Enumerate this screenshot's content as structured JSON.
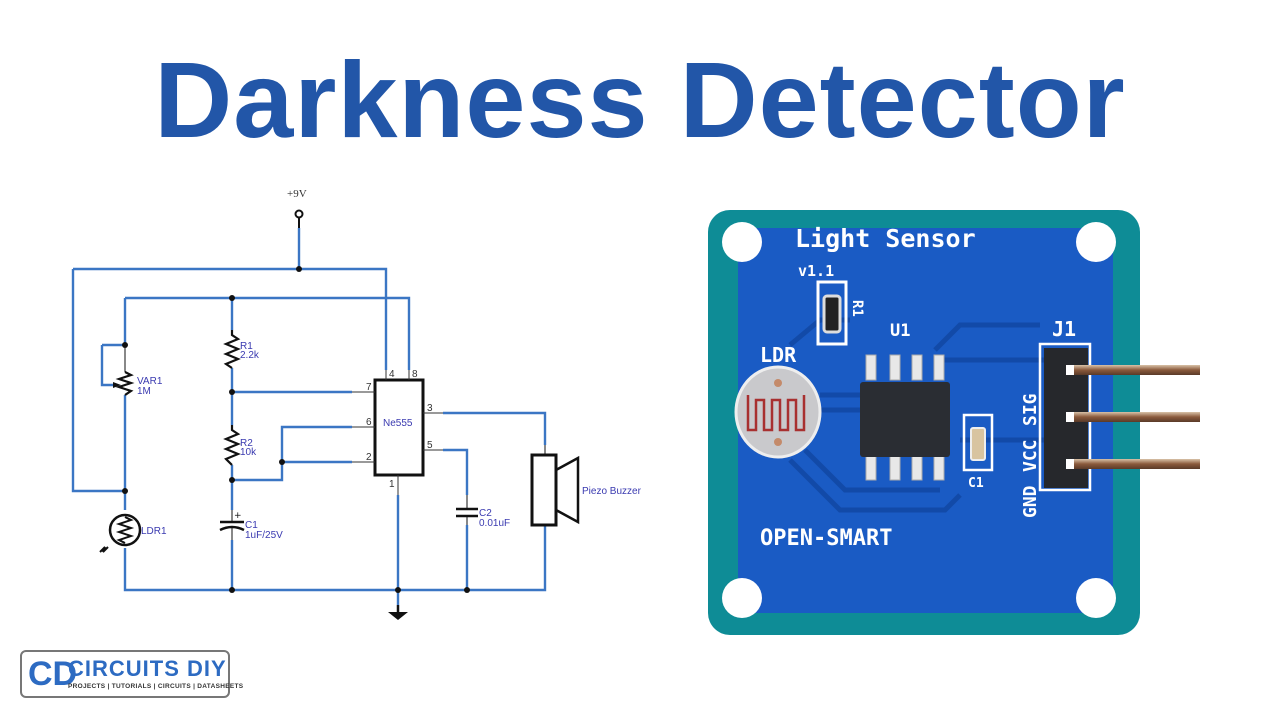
{
  "title": "Darkness Detector",
  "colors": {
    "title": "#2256a8",
    "wire": "#3b76c4",
    "label": "#3a3ab0",
    "pcb_blue": "#1a5bc4",
    "pcb_teal": "#0f8f9a"
  },
  "schematic": {
    "supply": "+9V",
    "ic": {
      "name": "Ne555",
      "pins": {
        "p4": "4",
        "p8": "8",
        "p7": "7",
        "p6": "6",
        "p2": "2",
        "p3": "3",
        "p5": "5",
        "p1": "1"
      }
    },
    "r1": {
      "ref": "R1",
      "value": "2.2k"
    },
    "r2": {
      "ref": "R2",
      "value": "10k"
    },
    "var1": {
      "ref": "VAR1",
      "value": "1M"
    },
    "c1": {
      "ref": "C1",
      "value": "1uF/25V"
    },
    "c2": {
      "ref": "C2",
      "value": "0.01uF"
    },
    "ldr": {
      "ref": "LDR1"
    },
    "buzzer": {
      "label": "Piezo Buzzer"
    },
    "ground_icon": "ground-icon"
  },
  "module": {
    "name": "Light Sensor",
    "version": "v1.1",
    "r1": "R1",
    "u1": "U1",
    "j1": "J1",
    "ldr": "LDR",
    "c1": "C1",
    "pins": [
      "GND",
      "VCC",
      "SIG"
    ],
    "brand": "OPEN-SMART"
  },
  "logo": {
    "mark": "CD",
    "brand": "CIRCUITS DIY",
    "tagline": "PROJECTS | TUTORIALS | CIRCUITS | DATASHEETS"
  }
}
